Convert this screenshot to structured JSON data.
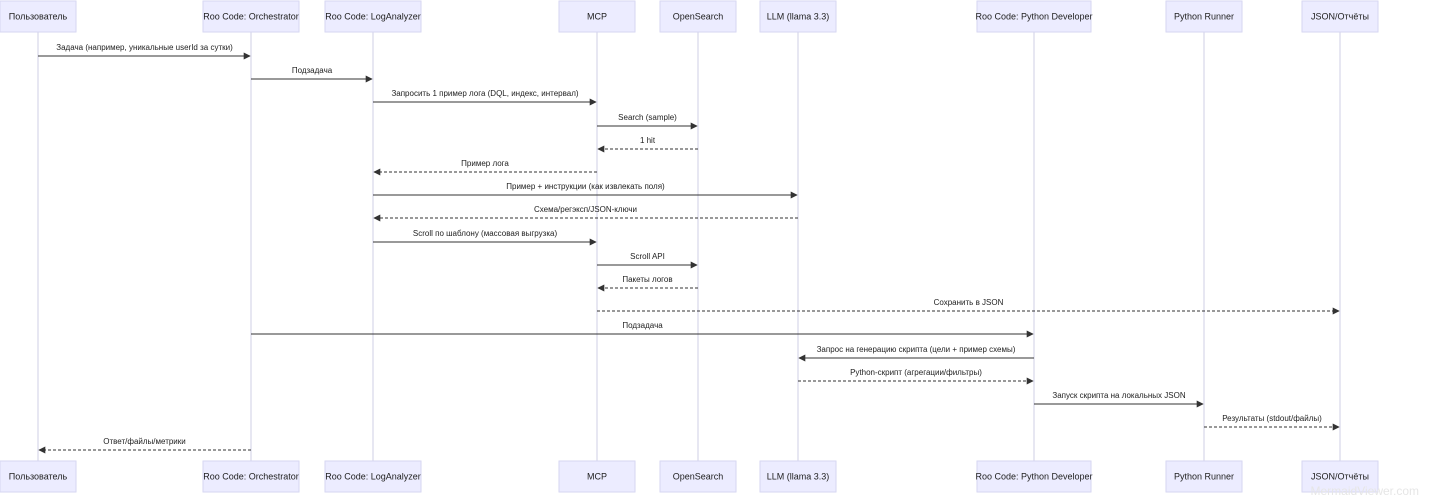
{
  "participants": [
    {
      "id": "user",
      "label": "Пользователь"
    },
    {
      "id": "orch",
      "label": "Roo Code: Orchestrator"
    },
    {
      "id": "log",
      "label": "Roo Code: LogAnalyzer"
    },
    {
      "id": "mcp",
      "label": "MCP"
    },
    {
      "id": "os",
      "label": "OpenSearch"
    },
    {
      "id": "llm",
      "label": "LLM (llama 3.3)"
    },
    {
      "id": "py",
      "label": "Roo Code: Python Developer"
    },
    {
      "id": "runner",
      "label": "Python Runner"
    },
    {
      "id": "json",
      "label": "JSON/Отчёты"
    }
  ],
  "messages": [
    {
      "from": "user",
      "to": "orch",
      "label": "Задача (например, уникальные userId за сутки)",
      "style": "solid"
    },
    {
      "from": "orch",
      "to": "log",
      "label": "Подзадача",
      "style": "solid"
    },
    {
      "from": "log",
      "to": "mcp",
      "label": "Запросить 1 пример лога (DQL, индекс, интервал)",
      "style": "solid"
    },
    {
      "from": "mcp",
      "to": "os",
      "label": "Search (sample)",
      "style": "solid"
    },
    {
      "from": "os",
      "to": "mcp",
      "label": "1 hit",
      "style": "dashed"
    },
    {
      "from": "mcp",
      "to": "log",
      "label": "Пример лога",
      "style": "dashed"
    },
    {
      "from": "log",
      "to": "llm",
      "label": "Пример + инструкции (как извлекать поля)",
      "style": "solid"
    },
    {
      "from": "llm",
      "to": "log",
      "label": "Схема/регэксп/JSON-ключи",
      "style": "dashed"
    },
    {
      "from": "log",
      "to": "mcp",
      "label": "Scroll по шаблону (массовая выгрузка)",
      "style": "solid"
    },
    {
      "from": "mcp",
      "to": "os",
      "label": "Scroll API",
      "style": "solid"
    },
    {
      "from": "os",
      "to": "mcp",
      "label": "Пакеты логов",
      "style": "dashed"
    },
    {
      "from": "mcp",
      "to": "json",
      "label": "Сохранить в JSON",
      "style": "dashed"
    },
    {
      "from": "orch",
      "to": "py",
      "label": "Подзадача",
      "style": "solid"
    },
    {
      "from": "py",
      "to": "llm",
      "label": "Запрос на генерацию скрипта (цели + пример схемы)",
      "style": "solid"
    },
    {
      "from": "llm",
      "to": "py",
      "label": "Python-скрипт (агрегации/фильтры)",
      "style": "dashed"
    },
    {
      "from": "py",
      "to": "runner",
      "label": "Запуск скрипта на локальных JSON",
      "style": "solid"
    },
    {
      "from": "runner",
      "to": "json",
      "label": "Результаты (stdout/файлы)",
      "style": "dashed"
    },
    {
      "from": "orch",
      "to": "user",
      "label": "Ответ/файлы/метрики",
      "style": "dashed"
    }
  ],
  "watermark": "MermaidViewer.com"
}
